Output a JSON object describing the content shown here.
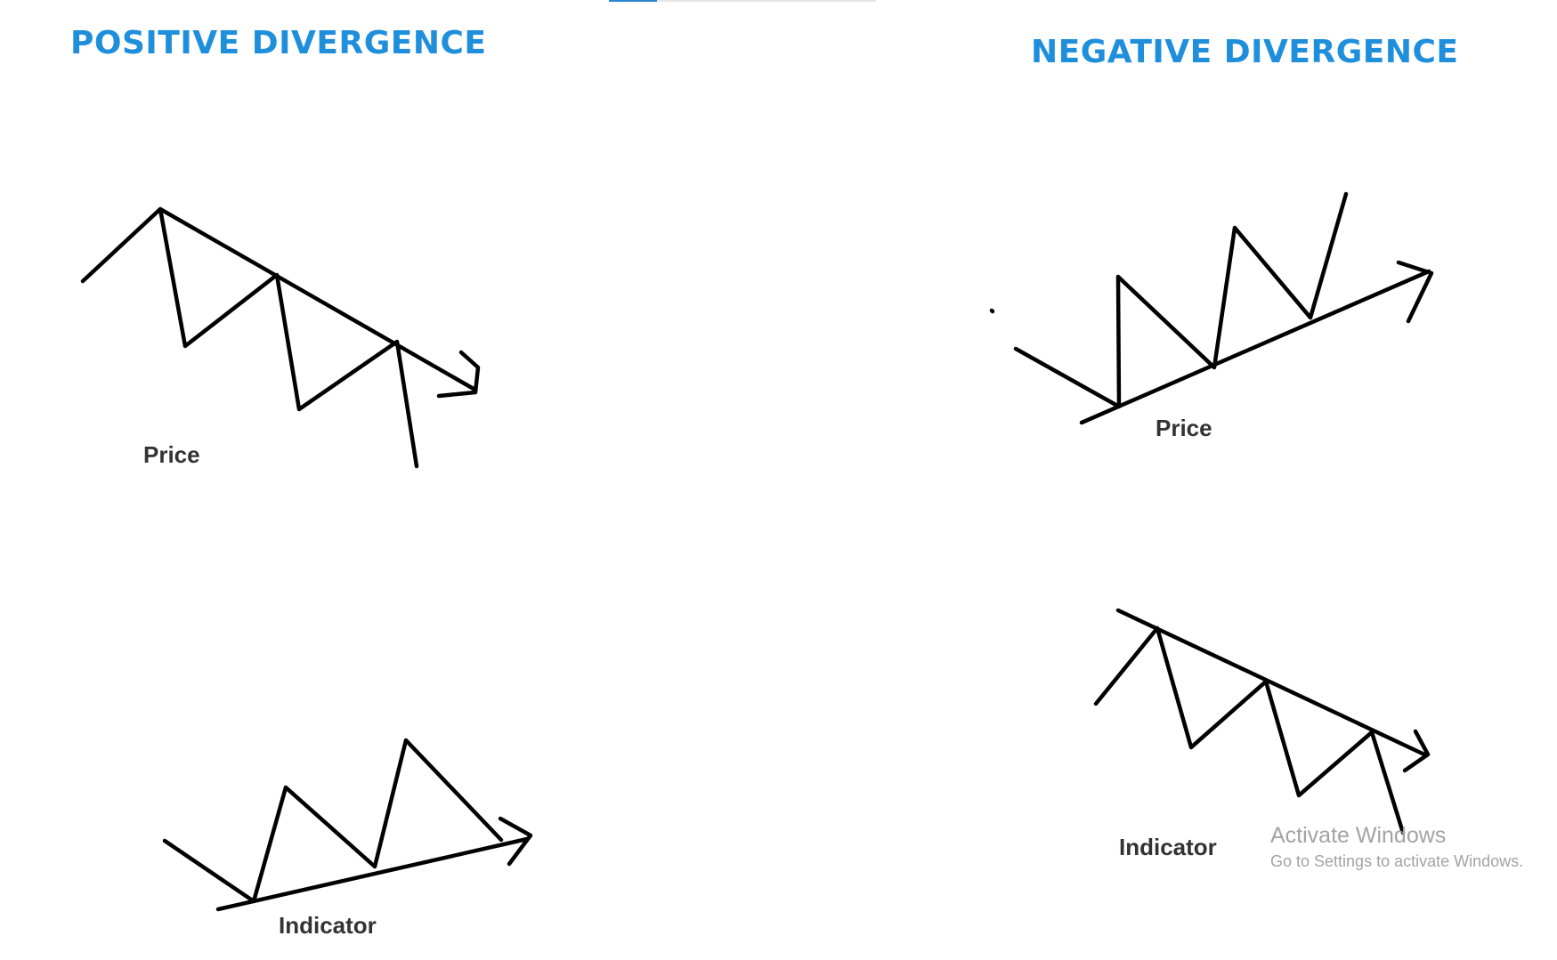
{
  "video": {
    "progress_fraction": 0.18
  },
  "left_panel": {
    "title": "POSITIVE DIVERGENCE",
    "price_label": "Price",
    "indicator_label": "Indicator"
  },
  "right_panel": {
    "title": "NEGATIVE DIVERGENCE",
    "price_label": "Price",
    "indicator_label": "Indicator"
  },
  "os_watermark": {
    "title": "Activate Windows",
    "subtitle": "Go to Settings to activate Windows."
  },
  "colors": {
    "title_blue": "#1f8fdc",
    "stroke": "#000000",
    "label_text": "#333333",
    "watermark_gray": "#a3a3a3"
  }
}
